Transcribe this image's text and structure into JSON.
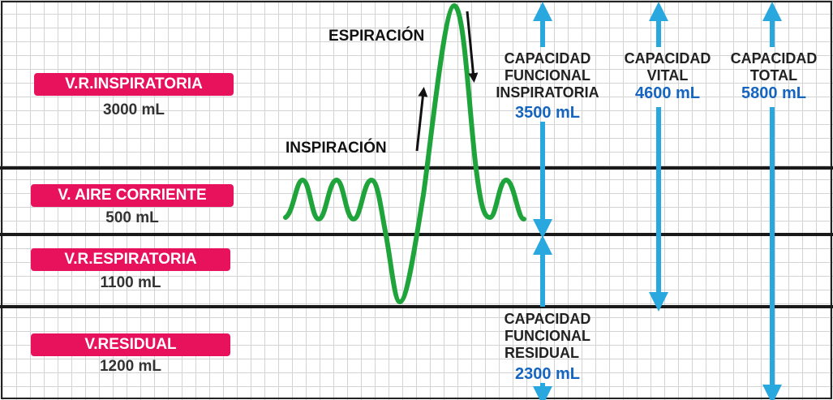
{
  "volumes": {
    "irv": {
      "label": "V.R.INSPIRATORIA",
      "value": "3000 mL"
    },
    "tv": {
      "label": "V. AIRE CORRIENTE",
      "value": "500 mL"
    },
    "erv": {
      "label": "V.R.ESPIRATORIA",
      "value": "1100 mL"
    },
    "rv": {
      "label": "V.RESIDUAL",
      "value": "1200 mL"
    }
  },
  "capacities": {
    "cfi": {
      "line1": "CAPACIDAD",
      "line2": "FUNCIONAL",
      "line3": "INSPIRATORIA",
      "value": "3500 mL"
    },
    "cv": {
      "line1": "CAPACIDAD",
      "line2": "VITAL",
      "value": "4600 mL"
    },
    "ct": {
      "line1": "CAPACIDAD",
      "line2": "TOTAL",
      "value": "5800 mL"
    },
    "cfr": {
      "line1": "CAPACIDAD",
      "line2": "FUNCIONAL",
      "line3": "RESIDUAL",
      "value": "2300 mL"
    }
  },
  "annotations": {
    "inspiracion": "INSPIRACIÓN",
    "espiracion": "ESPIRACIÓN"
  },
  "colors": {
    "badge": "#e8115b",
    "curve": "#1fa33b",
    "arrow": "#29a8e0",
    "value_text": "#1565c0"
  }
}
